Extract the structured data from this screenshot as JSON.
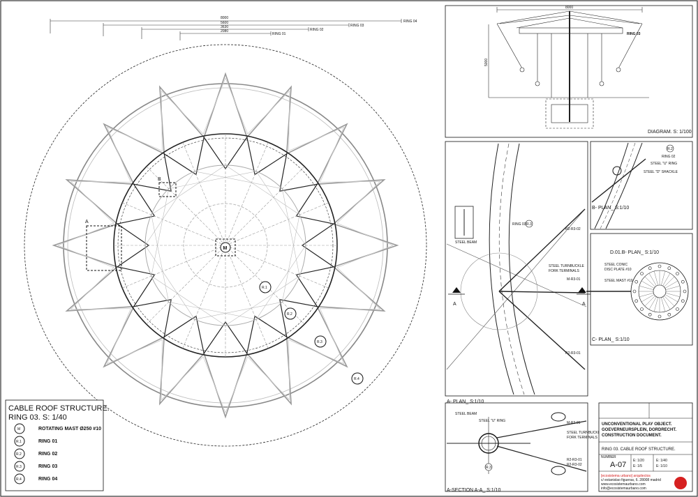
{
  "dimensions": {
    "ring04": "8000",
    "ring03": "5600",
    "ring02": "3630",
    "ring01": "2080"
  },
  "dimension_tags": {
    "ring04": "RING 04",
    "ring03": "RING 03",
    "ring02": "RING 02",
    "ring01": "RING 01"
  },
  "plan_markers": {
    "M": "M",
    "R1": "R.1",
    "R2": "R.2",
    "R3": "R.3",
    "R4": "R.4",
    "A": "A",
    "B": "B"
  },
  "legend": {
    "title": "CABLE ROOF STRUCTURE.",
    "subtitle": "RING 03. S: 1/40",
    "items": [
      {
        "symbol": "M",
        "label": "ROTATING MAST Ø250 #10"
      },
      {
        "symbol": "R.1",
        "label": "RING 01"
      },
      {
        "symbol": "R.2",
        "label": "RING 02"
      },
      {
        "symbol": "R.3",
        "label": "RING 03"
      },
      {
        "symbol": "R.4",
        "label": "RING 04"
      }
    ]
  },
  "diagram": {
    "caption": "DIAGRAM. S: 1/100",
    "width_dim": "8000",
    "height_dim": "5000",
    "ring_tag": "RING 03"
  },
  "a_plan": {
    "caption": "A- PLAN_ S:1/10",
    "labels": {
      "ring": "RING 03",
      "ring_mark": "R.3",
      "beam": "STEEL BEAM",
      "turnbuckle": "STEEL TURNBUCKLE",
      "fork": "FORK TERMINALS",
      "cable_top": "R2-R3-02",
      "cable_mid": "M-R3-01",
      "cable_bot": "R2-R3-01",
      "section_mark": "A"
    }
  },
  "b_plan": {
    "caption": "B- PLAN_ S:1/10",
    "labels": {
      "mark": "R.2",
      "ring": "RING 02",
      "u_ring": "STEEL \"U\" RING",
      "shackle": "STEEL \"D\" SHACKLE"
    }
  },
  "c_plan": {
    "caption": "C- PLAN_ S:1/10",
    "title": "D.01.B- PLAN_ S:1/10",
    "labels": {
      "plate": "STEEL CONIC",
      "plate2": "DISC PLATE #10",
      "mast": "STEEL MAST #10",
      "section_mark": "A"
    }
  },
  "a_section": {
    "caption": "A-SECTION A-A_ S:1/10",
    "labels": {
      "beam": "STEEL BEAM",
      "u_ring": "STEEL \"U\" RING",
      "cable_mid": "M-R3-01",
      "turnbuckle": "STEEL TURNBUCKLE",
      "fork": "FORK TERMINALS",
      "cable_a": "R2-R3-01",
      "cable_b": "R2-R3-02",
      "mark": "R.3"
    }
  },
  "title_block": {
    "project_line1": "UNCONVENTIONAL PLAY OBJECT.",
    "project_line2": "GOEVERNEURSPLEIN, DORDRECHT.",
    "project_line3": "CONSTRUCTION DOCUMENT.",
    "drawing_title": "RING 03. CABLE ROOF STRUCTURE.",
    "sheet_label": "NUMBER",
    "sheet_number": "A-07",
    "scale_a": "E: 1/20",
    "scale_b": "E: 1/5",
    "scale_c": "E: 1/40",
    "scale_d": "E: 1/10",
    "firm": "[ecosistema urbano] arquitectos",
    "firm_addr": "c/ estanislao figueras, 6. 28008 madrid",
    "firm_web": "www.ecosistemaurbano.com",
    "firm_mail": "info@ecosistemaurbano.com",
    "firm_color": "#d62020"
  }
}
